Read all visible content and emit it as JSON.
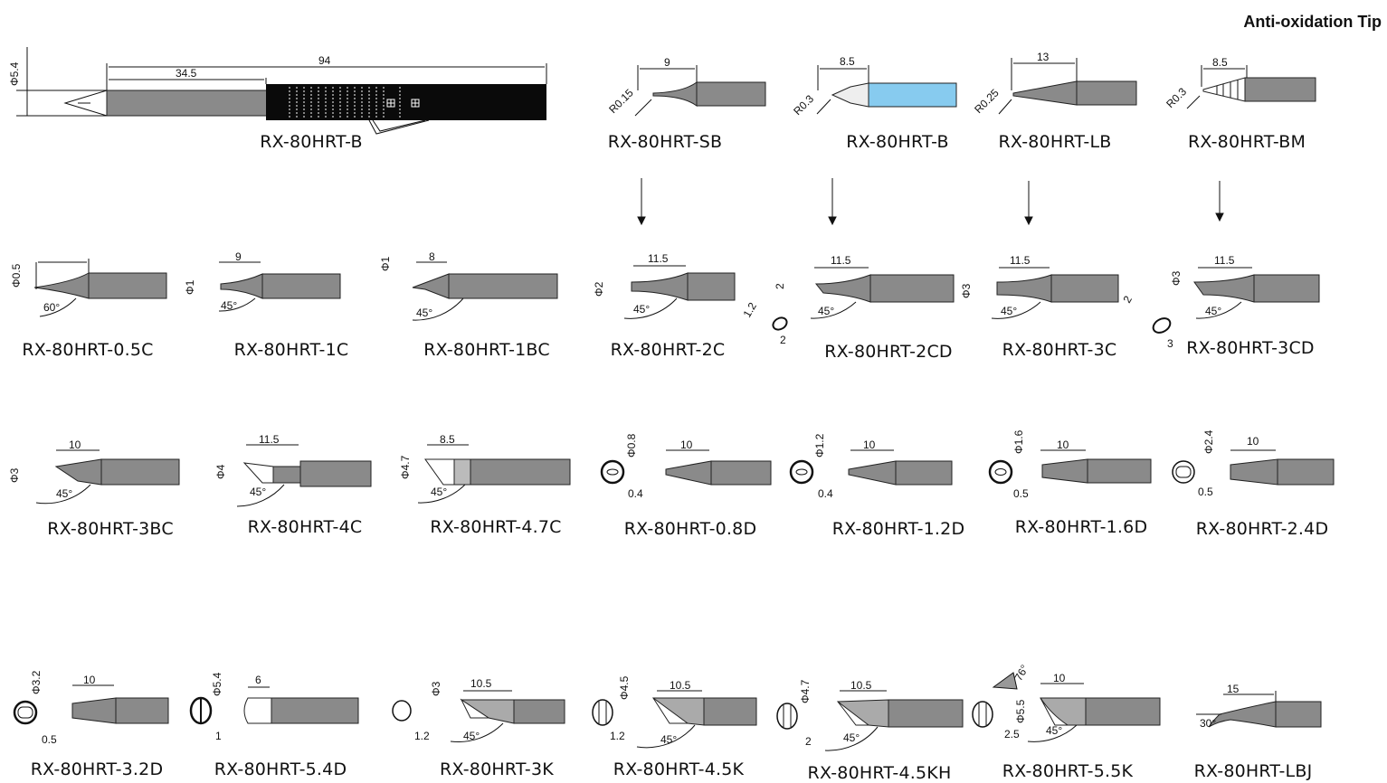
{
  "header": {
    "title": "Anti-oxidation Tip"
  },
  "overview": {
    "label": "RX-80HRT-B",
    "dims": {
      "diameter": "Φ5.4",
      "inner": "34.5",
      "total": "94"
    }
  },
  "top_row": [
    {
      "label": "RX-80HRT-SB",
      "len": "9",
      "radius": "R0.15"
    },
    {
      "label": "RX-80HRT-B",
      "len": "8.5",
      "radius": "R0.3"
    },
    {
      "label": "RX-80HRT-LB",
      "len": "13",
      "radius": "R0.25"
    },
    {
      "label": "RX-80HRT-BM",
      "len": "8.5",
      "radius": "R0.3"
    }
  ],
  "row2": [
    {
      "label": "RX-80HRT-0.5C",
      "len": "",
      "dia": "Φ0.5",
      "angle": "60°"
    },
    {
      "label": "RX-80HRT-1C",
      "len": "9",
      "dia": "Φ1",
      "angle": "45°"
    },
    {
      "label": "RX-80HRT-1BC",
      "len": "8",
      "dia": "Φ1",
      "angle": "45°"
    },
    {
      "label": "RX-80HRT-2C",
      "len": "11.5",
      "dia": "Φ2",
      "angle": "45°"
    },
    {
      "label": "RX-80HRT-2CD",
      "len": "11.5",
      "dia": "2",
      "angle": "45°",
      "extra1": "1.2",
      "extra2": "2"
    },
    {
      "label": "RX-80HRT-3C",
      "len": "11.5",
      "dia": "Φ3",
      "angle": "45°"
    },
    {
      "label": "RX-80HRT-3CD",
      "len": "11.5",
      "dia": "Φ3",
      "angle": "45°",
      "extra1": "2",
      "extra2": "3"
    }
  ],
  "row3": [
    {
      "label": "RX-80HRT-3BC",
      "len": "10",
      "dia": "Φ3",
      "angle": "45°"
    },
    {
      "label": "RX-80HRT-4C",
      "len": "11.5",
      "dia": "Φ4",
      "angle": "45°"
    },
    {
      "label": "RX-80HRT-4.7C",
      "len": "8.5",
      "dia": "Φ4.7",
      "angle": "45°"
    },
    {
      "label": "RX-80HRT-0.8D",
      "len": "10",
      "dia": "Φ0.8",
      "thk": "0.4"
    },
    {
      "label": "RX-80HRT-1.2D",
      "len": "10",
      "dia": "Φ1.2",
      "thk": "0.4"
    },
    {
      "label": "RX-80HRT-1.6D",
      "len": "10",
      "dia": "Φ1.6",
      "thk": "0.5"
    },
    {
      "label": "RX-80HRT-2.4D",
      "len": "10",
      "dia": "Φ2.4",
      "thk": "0.5"
    }
  ],
  "row4": [
    {
      "label": "RX-80HRT-3.2D",
      "len": "10",
      "dia": "Φ3.2",
      "thk": "0.5"
    },
    {
      "label": "RX-80HRT-5.4D",
      "len": "6",
      "dia": "Φ5.4",
      "thk": "1"
    },
    {
      "label": "RX-80HRT-3K",
      "len": "10.5",
      "dia": "Φ3",
      "thk": "1.2",
      "angle": "45°"
    },
    {
      "label": "RX-80HRT-4.5K",
      "len": "10.5",
      "dia": "Φ4.5",
      "thk": "1.2",
      "angle": "45°"
    },
    {
      "label": "RX-80HRT-4.5KH",
      "len": "10.5",
      "dia": "Φ4.7",
      "thk": "2",
      "angle": "45°"
    },
    {
      "label": "RX-80HRT-5.5K",
      "len": "10",
      "dia": "Φ5.5",
      "thk": "2.5",
      "angle": "45°",
      "extra1": "76°"
    },
    {
      "label": "RX-80HRT-LBJ",
      "len": "15",
      "angle": "30°"
    }
  ],
  "colors": {
    "tip_body": "#8a8a8a",
    "handle": "#0a0a0a",
    "highlight": "#87cbef"
  }
}
